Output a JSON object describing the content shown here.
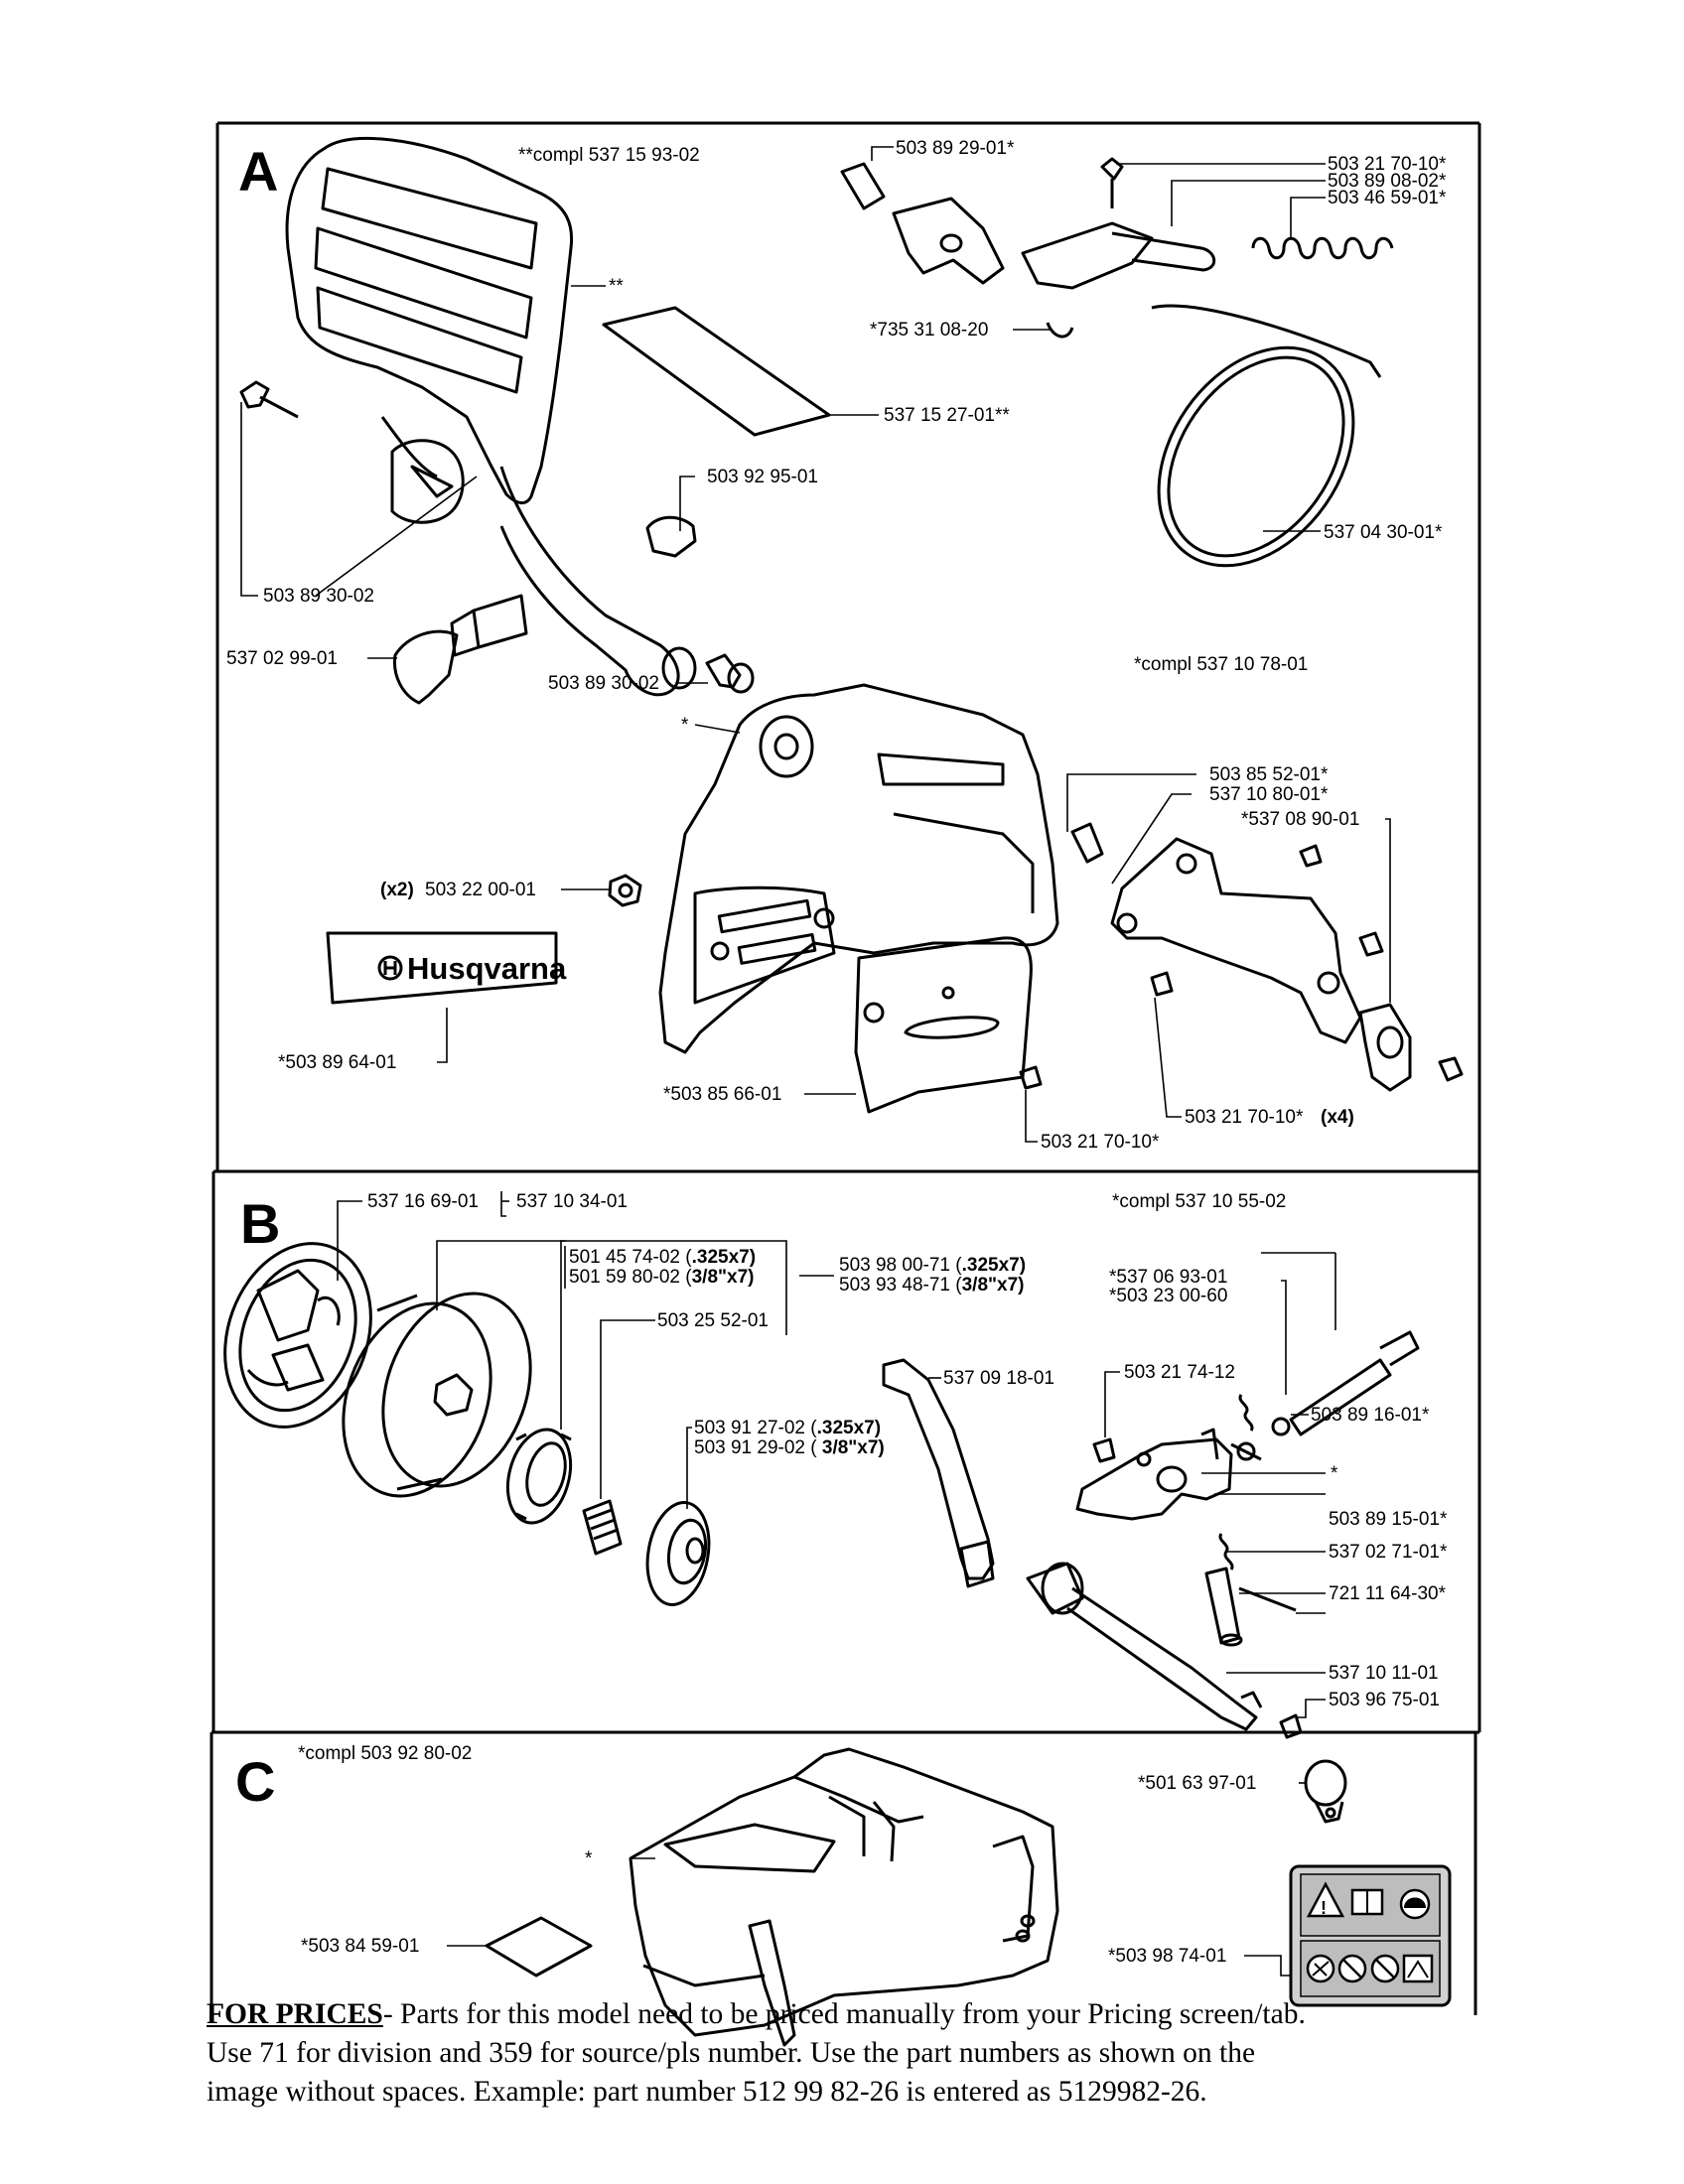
{
  "sections": {
    "a": {
      "letter": "A",
      "labels": [
        "**compl 537 15 93-02",
        "503 89 29-01*",
        "503 21 70-10*",
        "503 89 08-02*",
        "503 46 59-01*",
        "**",
        "*735 31 08-20",
        "537 15 27-01**",
        "503 92 95-01",
        "537 04 30-01*",
        "503 89 30-02",
        "537 02 99-01",
        "503 89 30-02",
        "*compl 537 10 78-01",
        "*",
        "503 85 52-01*",
        "537 10 80-01*",
        "*537 08 90-01",
        "503 22 00-01",
        "*503 89 64-01",
        "*503 85 66-01",
        "503 21 70-10*",
        "503 21 70-10*",
        "(x4)"
      ],
      "qty_prefix": "(x2)",
      "brand": "Husqvarna"
    },
    "b": {
      "letter": "B",
      "labels": [
        "537 16 69-01",
        "537 10 34-01",
        "*compl 537 10 55-02",
        "501 45 74-02 (",
        ".325x7)",
        "501 59 80-02 (",
        "3/8\"x7)",
        "503 98 00-71 (",
        ".325x7)",
        "503 93 48-71 (",
        "3/8\"x7)",
        "503 25 52-01",
        "*537 06 93-01",
        "*503 23 00-60",
        "537 09 18-01",
        "503 21 74-12",
        "503 89 16-01*",
        "503 91 27-02 (",
        ".325x7)",
        "503 91 29-02 (",
        " 3/8\"x7)",
        "*",
        "503 89 15-01*",
        "537 02 71-01*",
        "721 11 64-30*",
        "537 10 11-01",
        "503 96 75-01"
      ]
    },
    "c": {
      "letter": "C",
      "labels": [
        "*compl 503 92 80-02",
        "*501 63 97-01",
        "*",
        "*503 84 59-01",
        "*503 98 74-01"
      ]
    }
  },
  "footer": {
    "for_prices": "FOR PRICES",
    "line1": "- Parts for this model need to be priced manually from your Pricing screen/tab.",
    "line2": "Use 71 for division and 359 for source/pls number.   Use the part numbers as shown on the",
    "line3": "image without spaces.  Example: part number 512 99 82-26 is entered as 5129982-26."
  }
}
